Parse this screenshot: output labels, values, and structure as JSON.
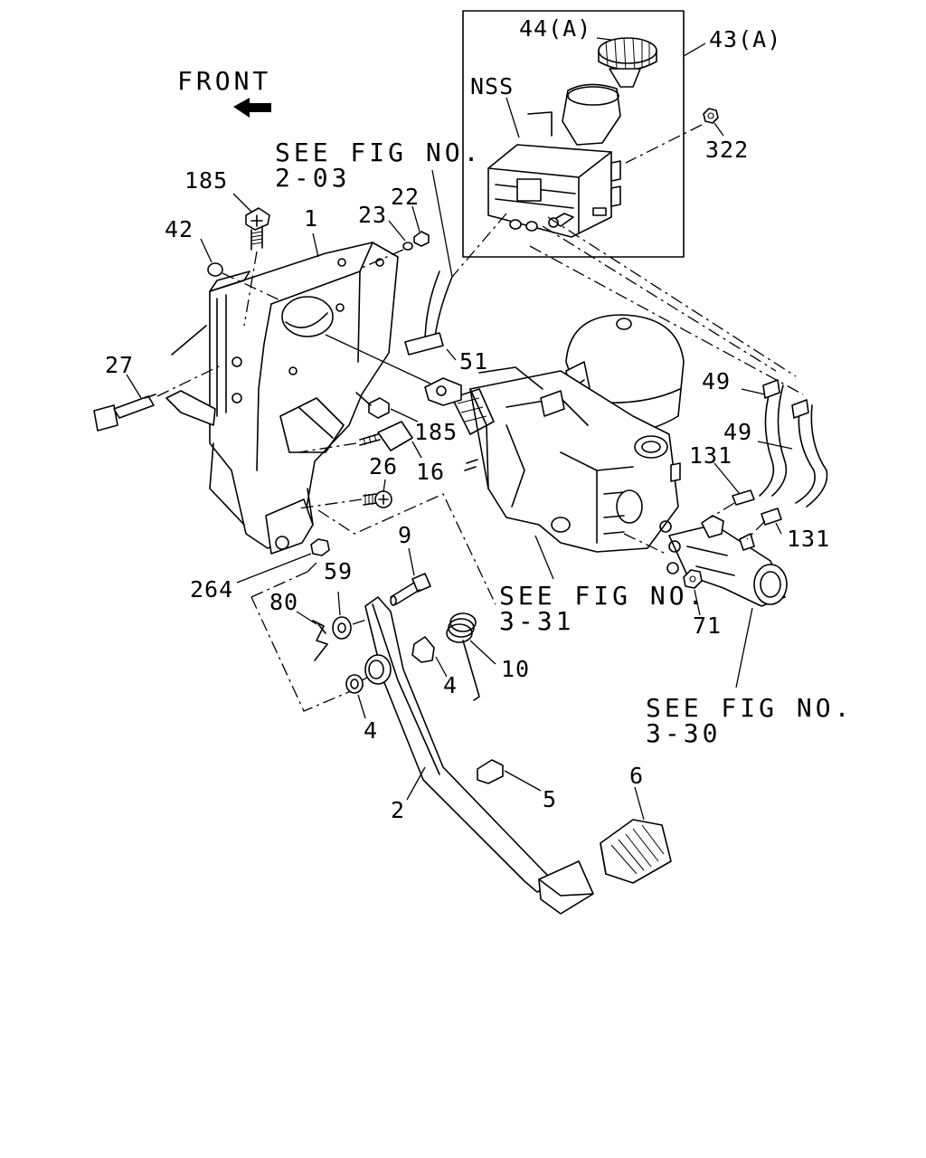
{
  "direction": {
    "label": "FRONT"
  },
  "references": {
    "fig_2_03": {
      "line1": "SEE FIG NO.",
      "line2": "2-03"
    },
    "fig_3_31": {
      "line1": "SEE FIG NO.",
      "line2": "3-31"
    },
    "fig_3_30": {
      "line1": "SEE FIG NO.",
      "line2": "3-30"
    }
  },
  "callouts": {
    "c44a": "44(A)",
    "c43a": "43(A)",
    "nss": "NSS",
    "c322": "322",
    "c185a": "185",
    "c42": "42",
    "c1": "1",
    "c23": "23",
    "c22": "22",
    "c27": "27",
    "c51": "51",
    "c49a": "49",
    "c49b": "49",
    "c185b": "185",
    "c16": "16",
    "c131a": "131",
    "c131b": "131",
    "c26": "26",
    "c264": "264",
    "c9": "9",
    "c59": "59",
    "c80": "80",
    "c10": "10",
    "c4a": "4",
    "c4b": "4",
    "c71": "71",
    "c5": "5",
    "c6": "6",
    "c2": "2"
  }
}
